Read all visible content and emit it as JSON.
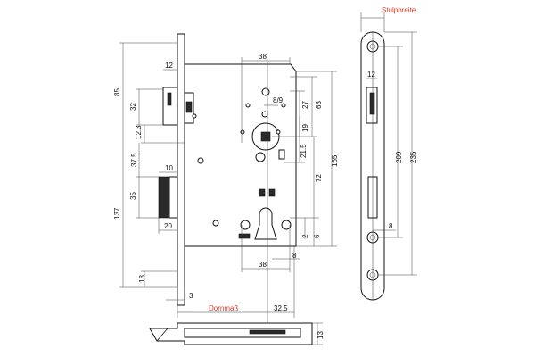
{
  "labels": {
    "stulpbreite": "Stulpbreite",
    "dornmass": "Dornmaß"
  },
  "dimensions": {
    "d38_top": "38",
    "d12_left": "12",
    "d85": "85",
    "d32": "32",
    "d12_3": "12.3",
    "d8_9": "8/9",
    "d27": "27",
    "d63": "63",
    "d19": "19",
    "d21_5": "21.5",
    "d165": "165",
    "d37_5": "37.5",
    "d10": "10",
    "d35": "35",
    "d72": "72",
    "d137": "137",
    "d20": "20",
    "d2": "2",
    "d6": "6",
    "d38_bottom": "38",
    "d8_bottom": "8",
    "d13_left": "13",
    "d3": "3",
    "d32_5": "32.5",
    "d13_side": "13",
    "d12_face": "12",
    "d209": "209",
    "d235": "235",
    "d8_face": "8"
  },
  "colors": {
    "annotation": "#d63a2a",
    "lines": "#222222"
  }
}
